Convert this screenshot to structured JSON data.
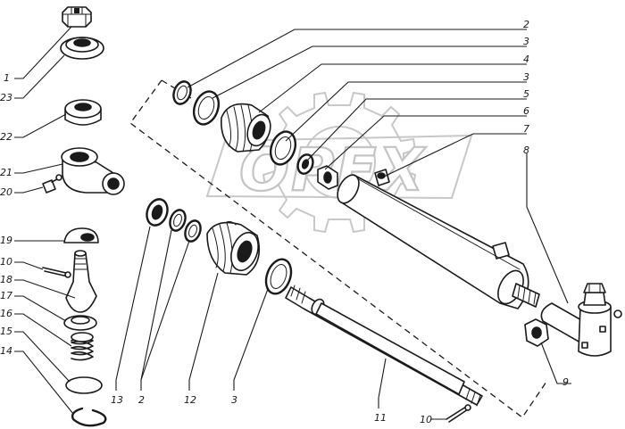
{
  "diagram": {
    "watermark": "OPEX",
    "callouts": [
      {
        "id": "c-2-top",
        "text": "2"
      },
      {
        "id": "c-3-top",
        "text": "3"
      },
      {
        "id": "c-4",
        "text": "4"
      },
      {
        "id": "c-3-mid",
        "text": "3"
      },
      {
        "id": "c-5",
        "text": "5"
      },
      {
        "id": "c-6",
        "text": "6"
      },
      {
        "id": "c-7",
        "text": "7"
      },
      {
        "id": "c-8",
        "text": "8"
      },
      {
        "id": "c-9",
        "text": "9"
      },
      {
        "id": "c-1",
        "text": "1"
      },
      {
        "id": "c-23",
        "text": "23"
      },
      {
        "id": "c-22",
        "text": "22"
      },
      {
        "id": "c-21",
        "text": "21"
      },
      {
        "id": "c-20",
        "text": "20"
      },
      {
        "id": "c-19",
        "text": "19"
      },
      {
        "id": "c-10-left",
        "text": "10"
      },
      {
        "id": "c-18",
        "text": "18"
      },
      {
        "id": "c-17",
        "text": "17"
      },
      {
        "id": "c-16",
        "text": "16"
      },
      {
        "id": "c-15",
        "text": "15"
      },
      {
        "id": "c-14",
        "text": "14"
      },
      {
        "id": "c-13",
        "text": "13"
      },
      {
        "id": "c-2-bot",
        "text": "2"
      },
      {
        "id": "c-12",
        "text": "12"
      },
      {
        "id": "c-3-bot",
        "text": "3"
      },
      {
        "id": "c-11",
        "text": "11"
      },
      {
        "id": "c-10-bot",
        "text": "10"
      }
    ]
  }
}
